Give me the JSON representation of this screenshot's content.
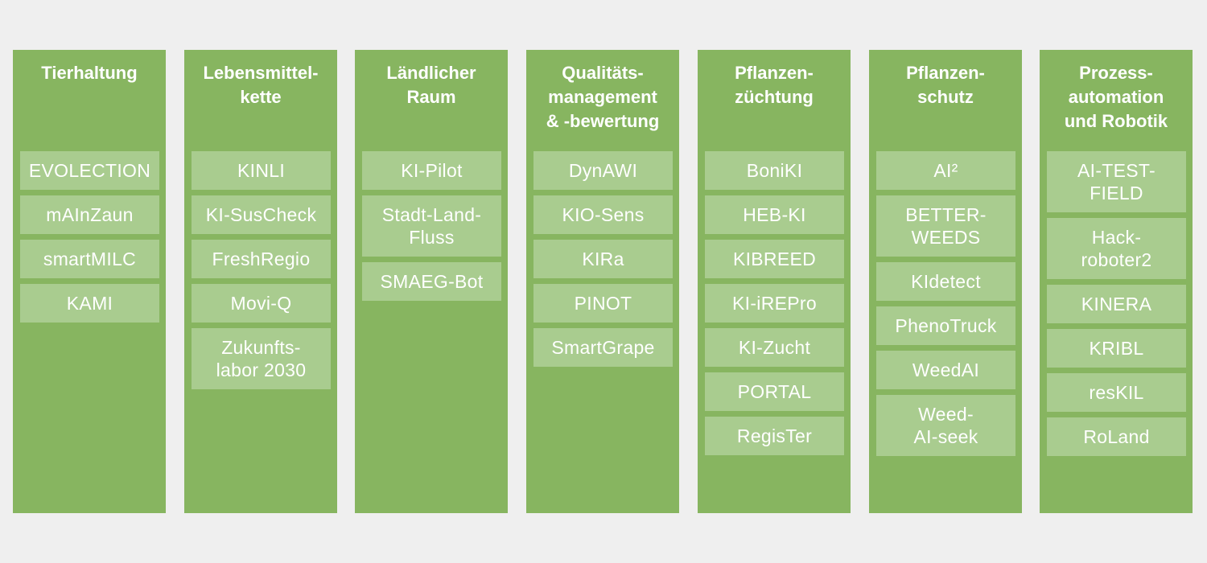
{
  "columns": [
    {
      "title": "Tierhaltung",
      "items": [
        "EVOLECTION",
        "mAInZaun",
        "smartMILC",
        "KAMI"
      ]
    },
    {
      "title": "Lebensmittel-\nkette",
      "items": [
        "KINLI",
        "KI-SusCheck",
        "FreshRegio",
        "Movi-Q",
        "Zukunfts-\nlabor 2030"
      ]
    },
    {
      "title": "Ländlicher\nRaum",
      "items": [
        "KI-Pilot",
        "Stadt-Land-\nFluss",
        "SMAEG-Bot"
      ]
    },
    {
      "title": "Qualitäts-\nmanagement\n& -bewertung",
      "items": [
        "DynAWI",
        "KIO-Sens",
        "KIRa",
        "PINOT",
        "SmartGrape"
      ]
    },
    {
      "title": "Pflanzen-\nzüchtung",
      "items": [
        "BoniKI",
        "HEB-KI",
        "KIBREED",
        "KI-iREPro",
        "KI-Zucht",
        "PORTAL",
        "RegisTer"
      ]
    },
    {
      "title": "Pflanzen-\nschutz",
      "items": [
        "AI²",
        "BETTER-\nWEEDS",
        "KIdetect",
        "PhenoTruck",
        "WeedAI",
        "Weed-\nAI-seek"
      ]
    },
    {
      "title": "Prozess-\nautomation\nund Robotik",
      "items": [
        "AI-TEST-\nFIELD",
        "Hack-\nroboter2",
        "KINERA",
        "KRIBL",
        "resKIL",
        "RoLand"
      ]
    }
  ]
}
